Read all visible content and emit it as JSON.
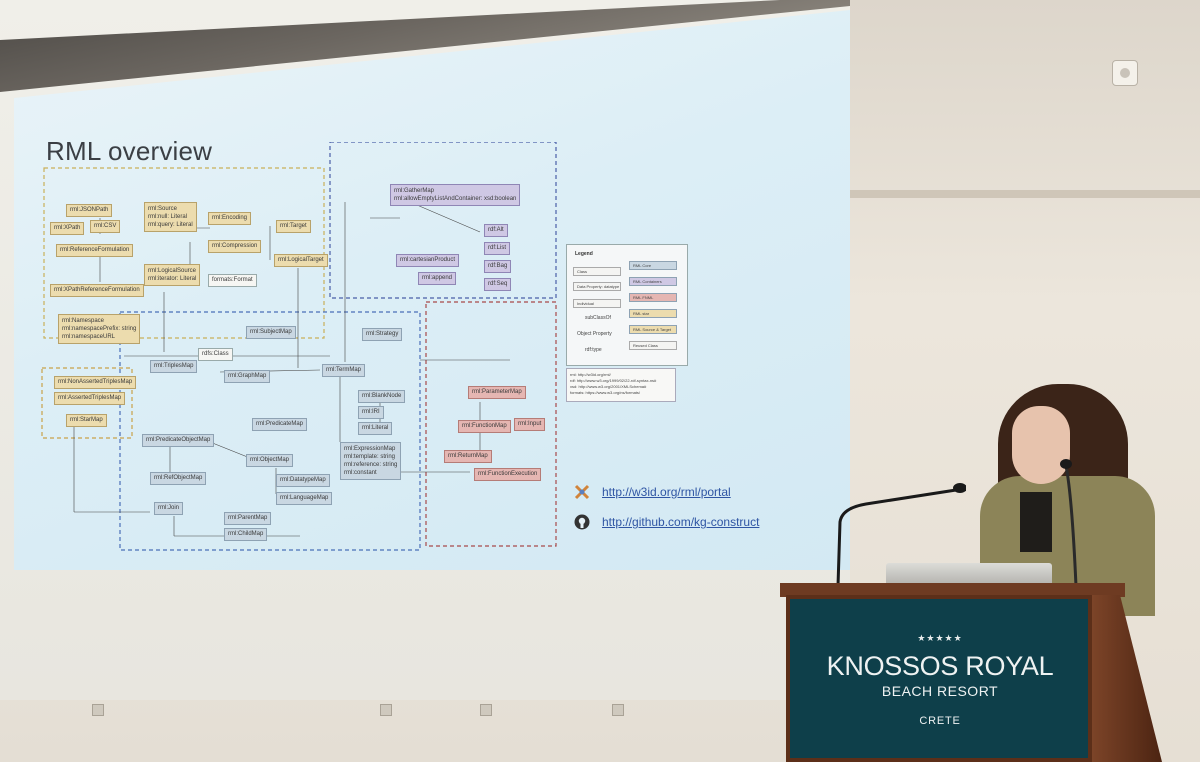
{
  "slide": {
    "title": "RML overview",
    "links": [
      {
        "icon": "rml-logo-icon",
        "text": "http://w3id.org/rml/portal"
      },
      {
        "icon": "github-icon",
        "text": "http://github.com/kg-construct"
      }
    ],
    "legend": {
      "title": "Legend",
      "left_items": [
        "Class",
        "Data Property: datatype",
        "Individual",
        "subClassOf",
        "Object Property",
        "rdf:type"
      ],
      "right_items": [
        "RML Core",
        "RML Containers",
        "RML FNML",
        "RML star",
        "RML Source & Target",
        "Reused Class"
      ]
    },
    "namespaces": [
      "rml: http://w3id.org/rml/",
      "rdf: http://www.w3.org/1999/02/22-rdf-syntax-ns#",
      "xsd: http://www.w3.org/2001/XMLSchema#",
      "formats: https://www.w3.org/ns/formats/"
    ],
    "diagram_nodes": {
      "jsonpath": "rml:JSONPath",
      "xpath": "rml:XPath",
      "csv": "rml:CSV",
      "reference_formulation": "rml:ReferenceFormulation",
      "xpath_ref": "rml:XPathReferenceFormulation",
      "namespace": "rml:Namespace",
      "namespace_prefix": "rml:namespacePrefix: string",
      "namespace_url": "rml:namespaceURL",
      "source": "rml:Source",
      "source_null": "rml:null: Literal",
      "source_query": "rml:query: Literal",
      "encoding": "rml:Encoding",
      "compression": "rml:Compression",
      "target": "rml:Target",
      "logical_source": "rml:LogicalSource",
      "iterator": "rml:iterator: Literal",
      "logical_target": "rml:LogicalTarget",
      "formats_format": "formats:Format",
      "gather_map": "rml:GatherMap",
      "allow_empty": "rml:allowEmptyListAndContainer: xsd:boolean",
      "cartesian_product": "rml:cartesianProduct",
      "append": "rml:append",
      "rdf_alt": "rdf:Alt",
      "rdf_list": "rdf:List",
      "rdf_bag": "rdf:Bag",
      "rdf_seq": "rdf:Seq",
      "strategy": "rml:Strategy",
      "subject_map": "rml:SubjectMap",
      "rdfs_class": "rdfs:Class",
      "triples_map": "rml:TriplesMap",
      "graph_map": "rml:GraphMap",
      "term_map": "rml:TermMap",
      "blank_node": "rml:BlankNode",
      "iri": "rml:IRI",
      "literal": "rml:Literal",
      "non_asserted": "rml:NonAssertedTriplesMap",
      "asserted": "rml:AssertedTriplesMap",
      "star_map": "rml:StarMap",
      "predicate_object_map": "rml:PredicateObjectMap",
      "predicate_map": "rml:PredicateMap",
      "object_map": "rml:ObjectMap",
      "expression_map": "rml:ExpressionMap",
      "template": "rml:template: string",
      "reference": "rml:reference: string",
      "constant": "rml:constant",
      "ref_object_map": "rml:RefObjectMap",
      "datatype_map": "rml:DatatypeMap",
      "language_map": "rml:LanguageMap",
      "join": "rml:Join",
      "parent_map": "rml:ParentMap",
      "child_map": "rml:ChildMap",
      "parameter_map": "rml:ParameterMap",
      "function_map": "rml:FunctionMap",
      "input": "rml:Input",
      "return_map": "rml:ReturnMap",
      "function_execution": "rml:FunctionExecution"
    }
  },
  "podium": {
    "stars": "★★★★★",
    "name": "KNOSSOS ROYAL",
    "subtitle": "BEACH RESORT",
    "location": "CRETE"
  },
  "colors": {
    "podium_front": "#0e3f4a",
    "podium_wood": "#6e3b22",
    "slide_bg": "#dceef6",
    "link": "#2f55a4"
  }
}
